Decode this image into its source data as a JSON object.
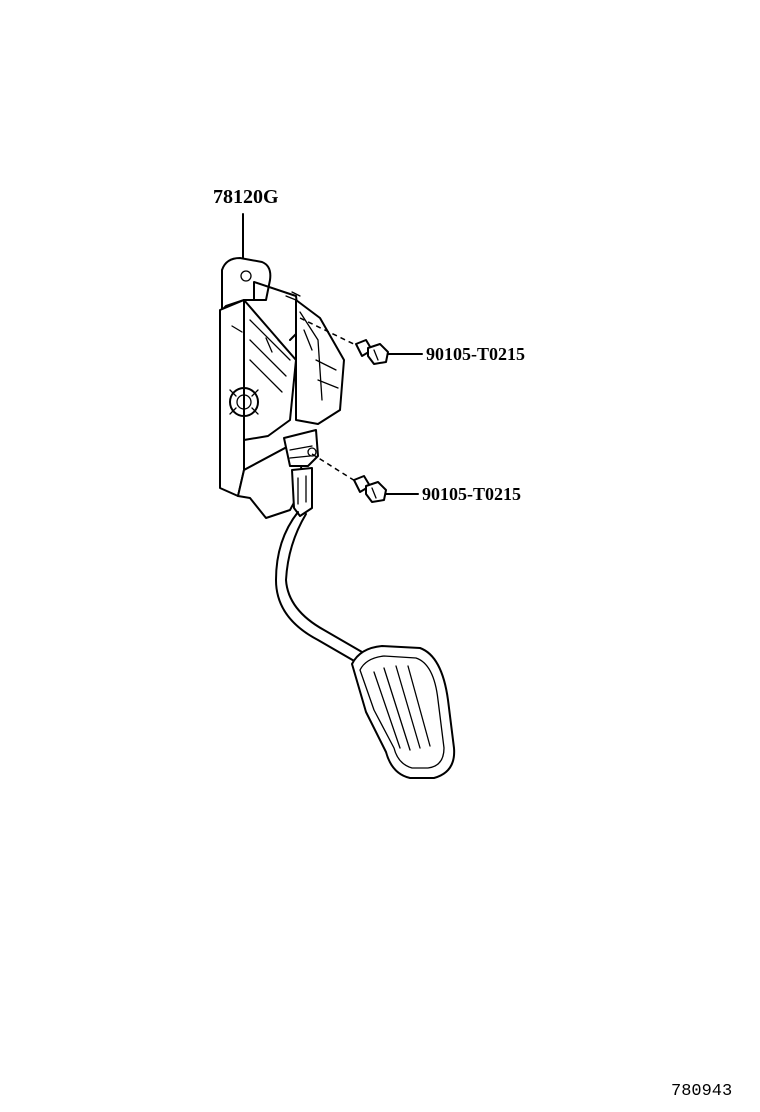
{
  "diagram": {
    "parts": [
      {
        "part_number": "78120G"
      },
      {
        "part_number": "90105-T0215"
      },
      {
        "part_number": "90105-T0215"
      }
    ],
    "figure_number": "780943"
  }
}
